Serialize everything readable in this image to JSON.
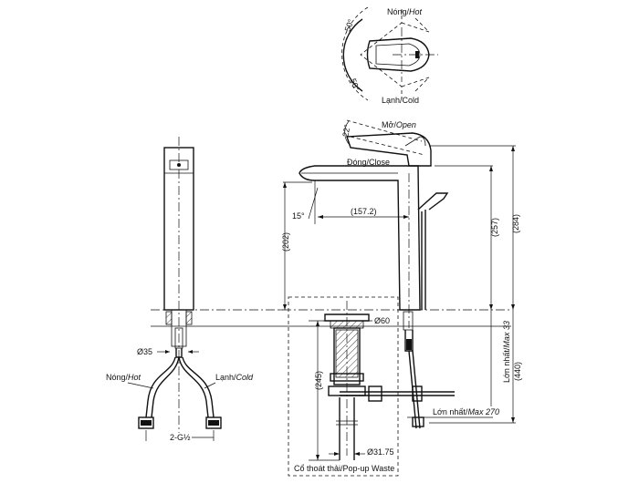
{
  "handle_rotation": {
    "angle_hot": "50°",
    "angle_cold": "50°",
    "label_hot": "Nóng/",
    "label_hot_en": "Hot",
    "label_cold": "Lạnh/Cold"
  },
  "lever": {
    "angle": "22°",
    "label_open": "Mở/",
    "label_open_en": "Open",
    "label_close": "Đóng/Close"
  },
  "spout": {
    "angle": "15°",
    "reach": "(157.2)",
    "height": "(202)"
  },
  "side_dimensions": {
    "total_height": "(284)",
    "body_height": "(257)",
    "installed_height": "(440)",
    "max_deck": "Lớn nhất/",
    "max_deck_en": "Max 33",
    "max_rod": "Lớn nhất/",
    "max_rod_en": "Max 270"
  },
  "waste": {
    "hole_diameter": "Ø60",
    "length": "(245)",
    "tail_diameter": "Ø31.75",
    "label": "Cổ thoát thải/Pop-up Waste"
  },
  "supply": {
    "shank_diameter": "Ø35",
    "label_hot": "Nóng/",
    "label_hot_en": "Hot",
    "label_cold": "Lạnh/",
    "label_cold_en": "Cold",
    "thread": "2-G½"
  }
}
